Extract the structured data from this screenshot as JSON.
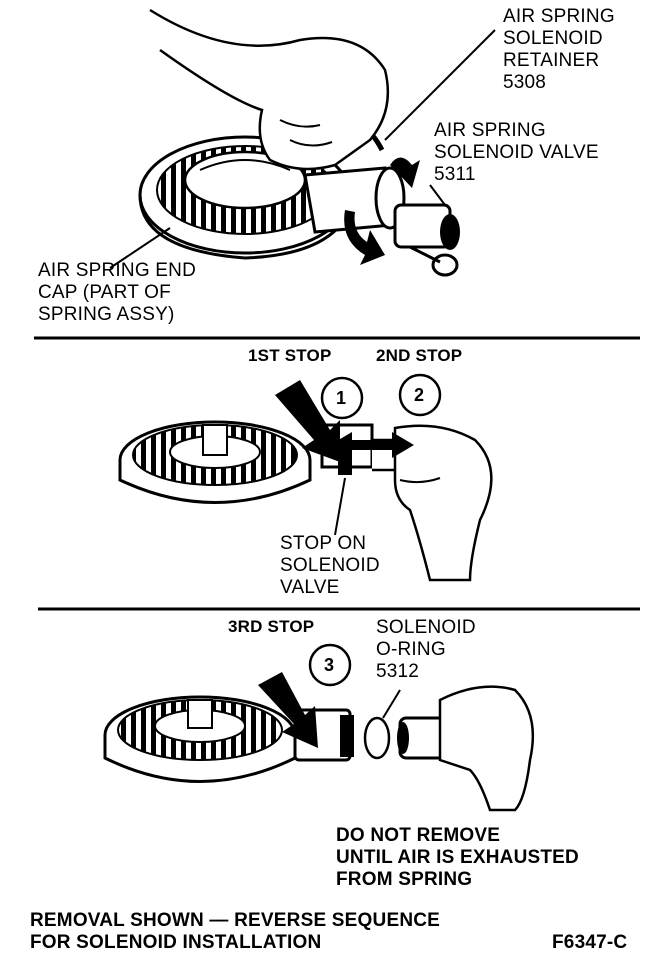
{
  "panel1": {
    "retainer_label": "AIR SPRING\nSOLENOID\nRETAINER\n5308",
    "valve_label": "AIR SPRING\nSOLENOID VALVE\n5311",
    "endcap_label": "AIR SPRING END\nCAP (PART OF\nSPRING ASSY)"
  },
  "panel2": {
    "first_stop": "1ST STOP",
    "second_stop": "2ND STOP",
    "circle1": "1",
    "circle2": "2",
    "stop_label": "STOP ON\nSOLENOID\nVALVE"
  },
  "panel3": {
    "third_stop": "3RD STOP",
    "circle3": "3",
    "oring_label": "SOLENOID\nO-RING\n5312",
    "warning": "DO NOT REMOVE\nUNTIL AIR IS EXHAUSTED\nFROM SPRING"
  },
  "footer": {
    "caption": "REMOVAL SHOWN — REVERSE SEQUENCE\nFOR SOLENOID INSTALLATION",
    "figure_id": "F6347-C"
  }
}
